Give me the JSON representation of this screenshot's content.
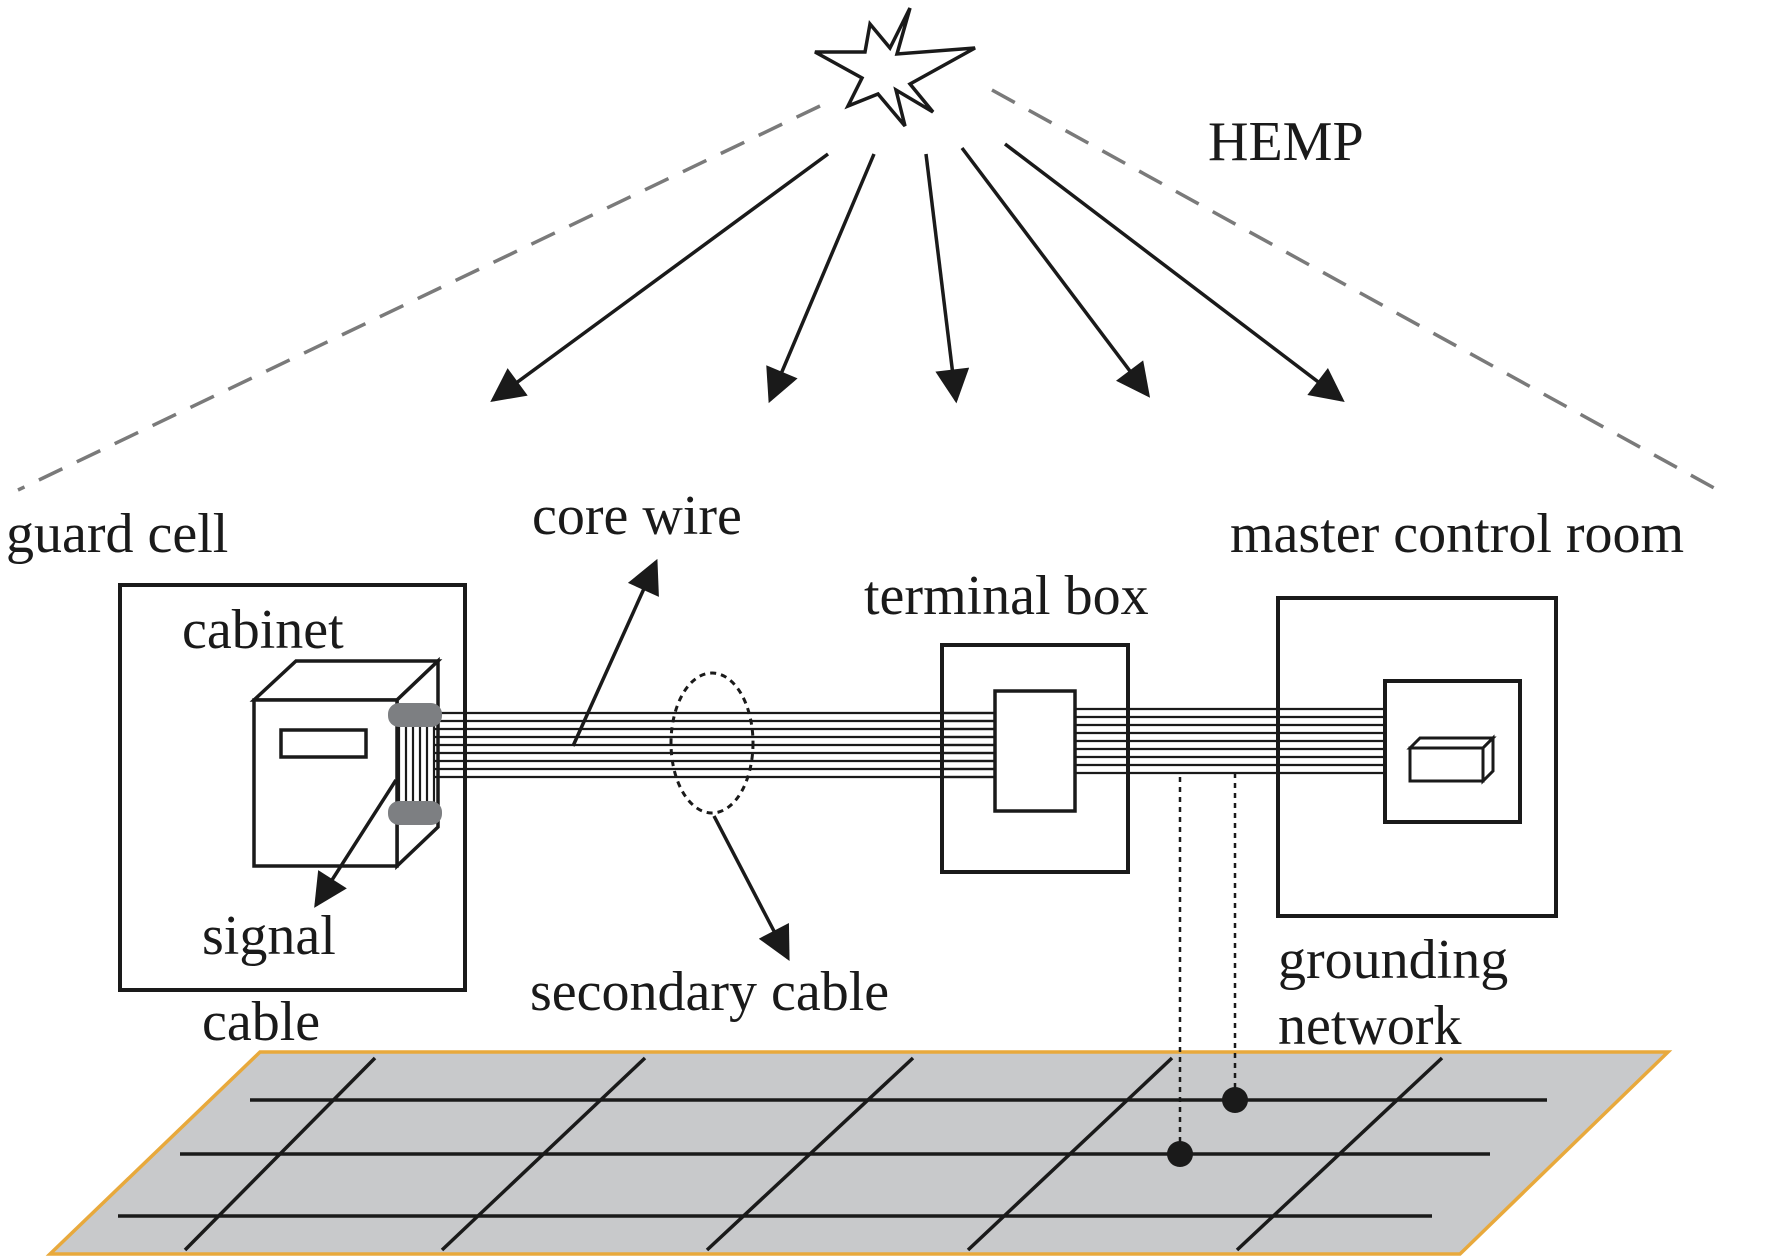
{
  "labels": {
    "hemp": "HEMP",
    "guard_cell": "guard cell",
    "core_wire": "core wire",
    "master_control_room": "master control room",
    "cabinet": "cabinet",
    "terminal_box": "terminal box",
    "signal": "signal",
    "cable": "cable",
    "secondary_cable": "secondary cable",
    "grounding": "grounding",
    "network": "network"
  },
  "colors": {
    "ground_plane_fill": "#c8c9cb",
    "ground_plane_border": "#e8a93c",
    "cable_clamp": "#7d7f82",
    "boundary_dash": "#7a7a7a"
  }
}
